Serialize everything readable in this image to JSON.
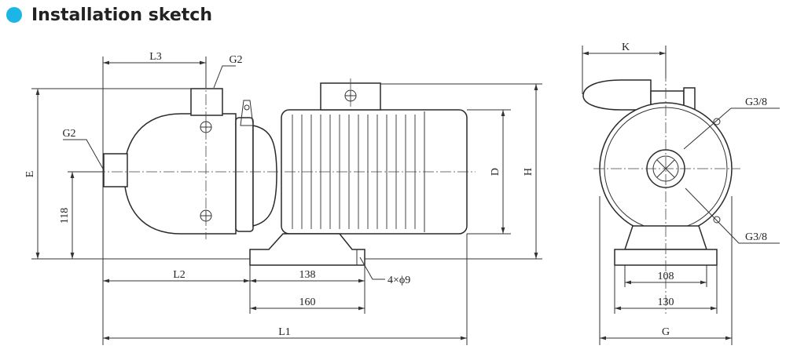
{
  "header": {
    "title": "Installation sketch",
    "bullet_color": "#1bb5e6"
  },
  "labels": {
    "L3": "L3",
    "G2_top": "G2",
    "G2_left": "G2",
    "E": "E",
    "dim_118": "118",
    "D": "D",
    "H": "H",
    "L2": "L2",
    "dim_138": "138",
    "holes": "4×ϕ9",
    "dim_160": "160",
    "L1": "L1",
    "K": "K",
    "G3_8_top": "G3/8",
    "G3_8_bottom": "G3/8",
    "dim_108": "108",
    "dim_130": "130",
    "G": "G"
  }
}
